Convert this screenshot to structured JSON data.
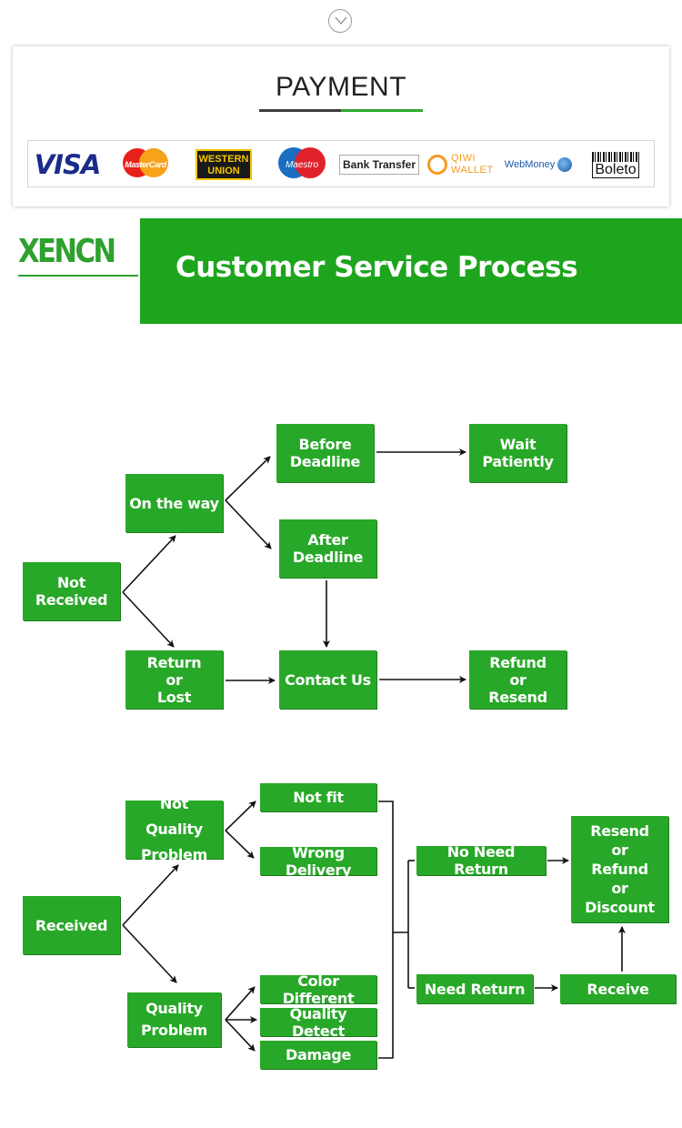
{
  "payment": {
    "title": "PAYMENT",
    "logos": [
      {
        "name": "visa",
        "label": "VISA"
      },
      {
        "name": "mastercard",
        "label": "MasterCard"
      },
      {
        "name": "western-union",
        "label": "WESTERN UNION"
      },
      {
        "name": "maestro",
        "label": "Maestro"
      },
      {
        "name": "bank-transfer",
        "label": "Bank Transfer"
      },
      {
        "name": "qiwi-wallet",
        "label": "QIWI WALLET"
      },
      {
        "name": "webmoney",
        "label": "WebMoney"
      },
      {
        "name": "boleto",
        "label": "Boleto"
      }
    ]
  },
  "banner": {
    "brand": "XENCN",
    "title": "Customer Service Process"
  },
  "colors": {
    "accent_green": "#28a828",
    "banner_green": "#1ea51e",
    "visa_blue": "#1a2b8c"
  },
  "flow1": {
    "not_received": [
      "Not",
      "Received"
    ],
    "on_the_way": [
      "On the way"
    ],
    "return_or_lost": [
      "Return",
      "or",
      "Lost"
    ],
    "before_deadline": [
      "Before",
      "Deadline"
    ],
    "after_deadline": [
      "After",
      "Deadline"
    ],
    "wait_patiently": [
      "Wait",
      "Patiently"
    ],
    "contact_us": [
      "Contact Us"
    ],
    "refund_or_resend": [
      "Refund",
      "or",
      "Resend"
    ]
  },
  "flow2": {
    "received": [
      "Received"
    ],
    "not_quality_problem": [
      "Not Quality",
      "Problem"
    ],
    "quality_problem": [
      "Quality",
      "Problem"
    ],
    "not_fit": [
      "Not fit"
    ],
    "wrong_delivery": [
      "Wrong Delivery"
    ],
    "color_different": [
      "Color Different"
    ],
    "quality_detect": [
      "Quality Detect"
    ],
    "damage": [
      "Damage"
    ],
    "no_need_return": [
      "No Need Return"
    ],
    "need_return": [
      "Need Return"
    ],
    "receive": [
      "Receive"
    ],
    "final_outcome": [
      "Resend",
      "or",
      "Refund",
      "or",
      "Discount"
    ]
  }
}
